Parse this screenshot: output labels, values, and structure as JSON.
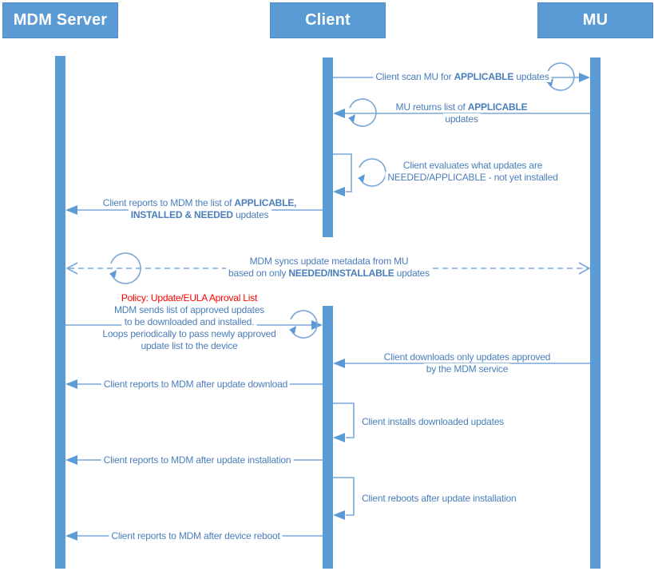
{
  "actors": [
    {
      "label": "MDM Server"
    },
    {
      "label": "Client"
    },
    {
      "label": "MU"
    }
  ],
  "colors": {
    "accent_blue": "#5B9BD5",
    "line_blue": "#7AA7D8",
    "text_blue": "#4A7EBB",
    "policy_red": "#FF0000"
  },
  "messages": {
    "scan": {
      "pre": "Client scan MU for ",
      "bold": "APPLICABLE",
      "post": " updates"
    },
    "mu_returns": {
      "line1_pre": "MU returns list of ",
      "line1_bold": "APPLICABLE",
      "line2": "updates"
    },
    "evaluates": {
      "line1": "Client evaluates what updates are",
      "line2": "NEEDED/APPLICABLE - not yet installed"
    },
    "reports_list": {
      "line1_pre": "Client reports to MDM the list of ",
      "line1_bold": "APPLICABLE,",
      "line2_bold": "INSTALLED & NEEDED",
      "line2_post": " updates"
    },
    "sync": {
      "line1": "MDM syncs update metadata from MU",
      "line2_pre": "based on only ",
      "line2_bold": "NEEDED/INSTALLABLE",
      "line2_post": " updates"
    },
    "policy": {
      "title": "Policy: Update/EULA Aproval List",
      "line1": "MDM sends list of approved updates",
      "line2": "to be downloaded and installed.",
      "line3": "Loops periodically to pass newly approved",
      "line4": "update list to the device"
    },
    "downloads": {
      "line1": "Client downloads only updates approved",
      "line2": "by the MDM service"
    },
    "report_download": "Client reports to MDM after update download",
    "installs": "Client installs downloaded updates",
    "report_install": "Client reports to MDM after update installation",
    "reboots": "Client reboots after update installation",
    "report_reboot": "Client reports to MDM after device reboot"
  }
}
